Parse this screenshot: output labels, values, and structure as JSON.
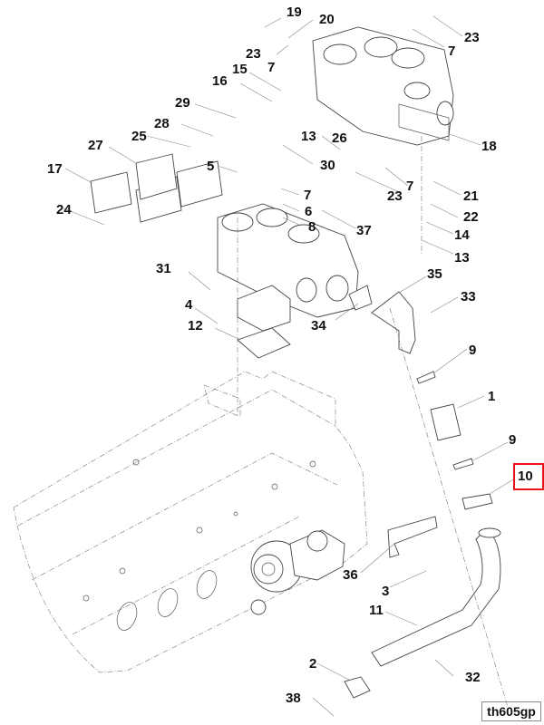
{
  "diagram": {
    "title": "Exploded parts diagram - exhaust manifold and turbocharger piping",
    "reference_code": "th605gp",
    "highlighted_callout": "10",
    "highlight_color": "#e8141a",
    "callouts": [
      {
        "id": "c19",
        "label": "19"
      },
      {
        "id": "c20",
        "label": "20"
      },
      {
        "id": "c23a",
        "label": "23"
      },
      {
        "id": "c7a",
        "label": "7"
      },
      {
        "id": "c23b",
        "label": "23"
      },
      {
        "id": "c7b",
        "label": "7"
      },
      {
        "id": "c15",
        "label": "15"
      },
      {
        "id": "c16",
        "label": "16"
      },
      {
        "id": "c29",
        "label": "29"
      },
      {
        "id": "c28",
        "label": "28"
      },
      {
        "id": "c25",
        "label": "25"
      },
      {
        "id": "c27",
        "label": "27"
      },
      {
        "id": "c17",
        "label": "17"
      },
      {
        "id": "c24",
        "label": "24"
      },
      {
        "id": "c5",
        "label": "5"
      },
      {
        "id": "c13a",
        "label": "13"
      },
      {
        "id": "c26",
        "label": "26"
      },
      {
        "id": "c30",
        "label": "30"
      },
      {
        "id": "c18",
        "label": "18"
      },
      {
        "id": "c23c",
        "label": "23"
      },
      {
        "id": "c7c",
        "label": "7"
      },
      {
        "id": "c21",
        "label": "21"
      },
      {
        "id": "c7d",
        "label": "7"
      },
      {
        "id": "c6",
        "label": "6"
      },
      {
        "id": "c8",
        "label": "8"
      },
      {
        "id": "c37",
        "label": "37"
      },
      {
        "id": "c22",
        "label": "22"
      },
      {
        "id": "c14",
        "label": "14"
      },
      {
        "id": "c13b",
        "label": "13"
      },
      {
        "id": "c31",
        "label": "31"
      },
      {
        "id": "c35",
        "label": "35"
      },
      {
        "id": "c33",
        "label": "33"
      },
      {
        "id": "c4",
        "label": "4"
      },
      {
        "id": "c12",
        "label": "12"
      },
      {
        "id": "c34",
        "label": "34"
      },
      {
        "id": "c9a",
        "label": "9"
      },
      {
        "id": "c1",
        "label": "1"
      },
      {
        "id": "c9b",
        "label": "9"
      },
      {
        "id": "c10",
        "label": "10"
      },
      {
        "id": "c36",
        "label": "36"
      },
      {
        "id": "c3",
        "label": "3"
      },
      {
        "id": "c11",
        "label": "11"
      },
      {
        "id": "c2",
        "label": "2"
      },
      {
        "id": "c32",
        "label": "32"
      },
      {
        "id": "c38",
        "label": "38"
      }
    ]
  }
}
